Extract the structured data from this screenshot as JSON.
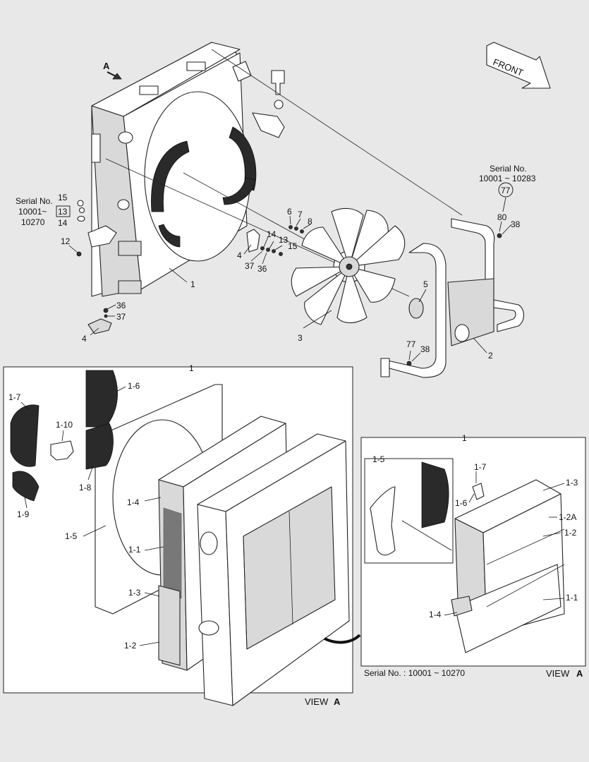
{
  "callouts": {
    "c1": "1",
    "c2": "2",
    "c3": "3",
    "c4a": "4",
    "c4b": "4",
    "c5": "5",
    "c6": "6",
    "c7": "7",
    "c8": "8",
    "c12": "12",
    "c13a": "13",
    "c13b": "13",
    "c14a": "14",
    "c14b": "14",
    "c15a": "15",
    "c15b": "15",
    "c36a": "36",
    "c36b": "36",
    "c37a": "37",
    "c37b": "37",
    "c38a": "38",
    "c38b": "38",
    "c77a": "77",
    "c77b": "77",
    "c80": "80"
  },
  "serial_notes": {
    "left_line1": "Serial No.",
    "left_line2": "10001~",
    "left_line3": "10270",
    "right_line1": "Serial No.",
    "right_line2": "10001 ~ 10283"
  },
  "orientation": {
    "front_label": "FRONT",
    "view_marker": "A"
  },
  "detail_left": {
    "header": "1",
    "labels": [
      "1-1",
      "1-2",
      "1-3",
      "1-4",
      "1-5",
      "1-6",
      "1-7",
      "1-8",
      "1-9",
      "1-10"
    ],
    "view_word": "VIEW",
    "view_letter": "A"
  },
  "detail_right": {
    "header": "1",
    "inset_label": "1-5",
    "labels": [
      "1-1",
      "1-2",
      "1-2A",
      "1-3",
      "1-4",
      "1-6",
      "1-7"
    ],
    "serial_caption": "Serial No. : 10001 ~ 10270",
    "view_word": "VIEW",
    "view_letter": "A"
  }
}
